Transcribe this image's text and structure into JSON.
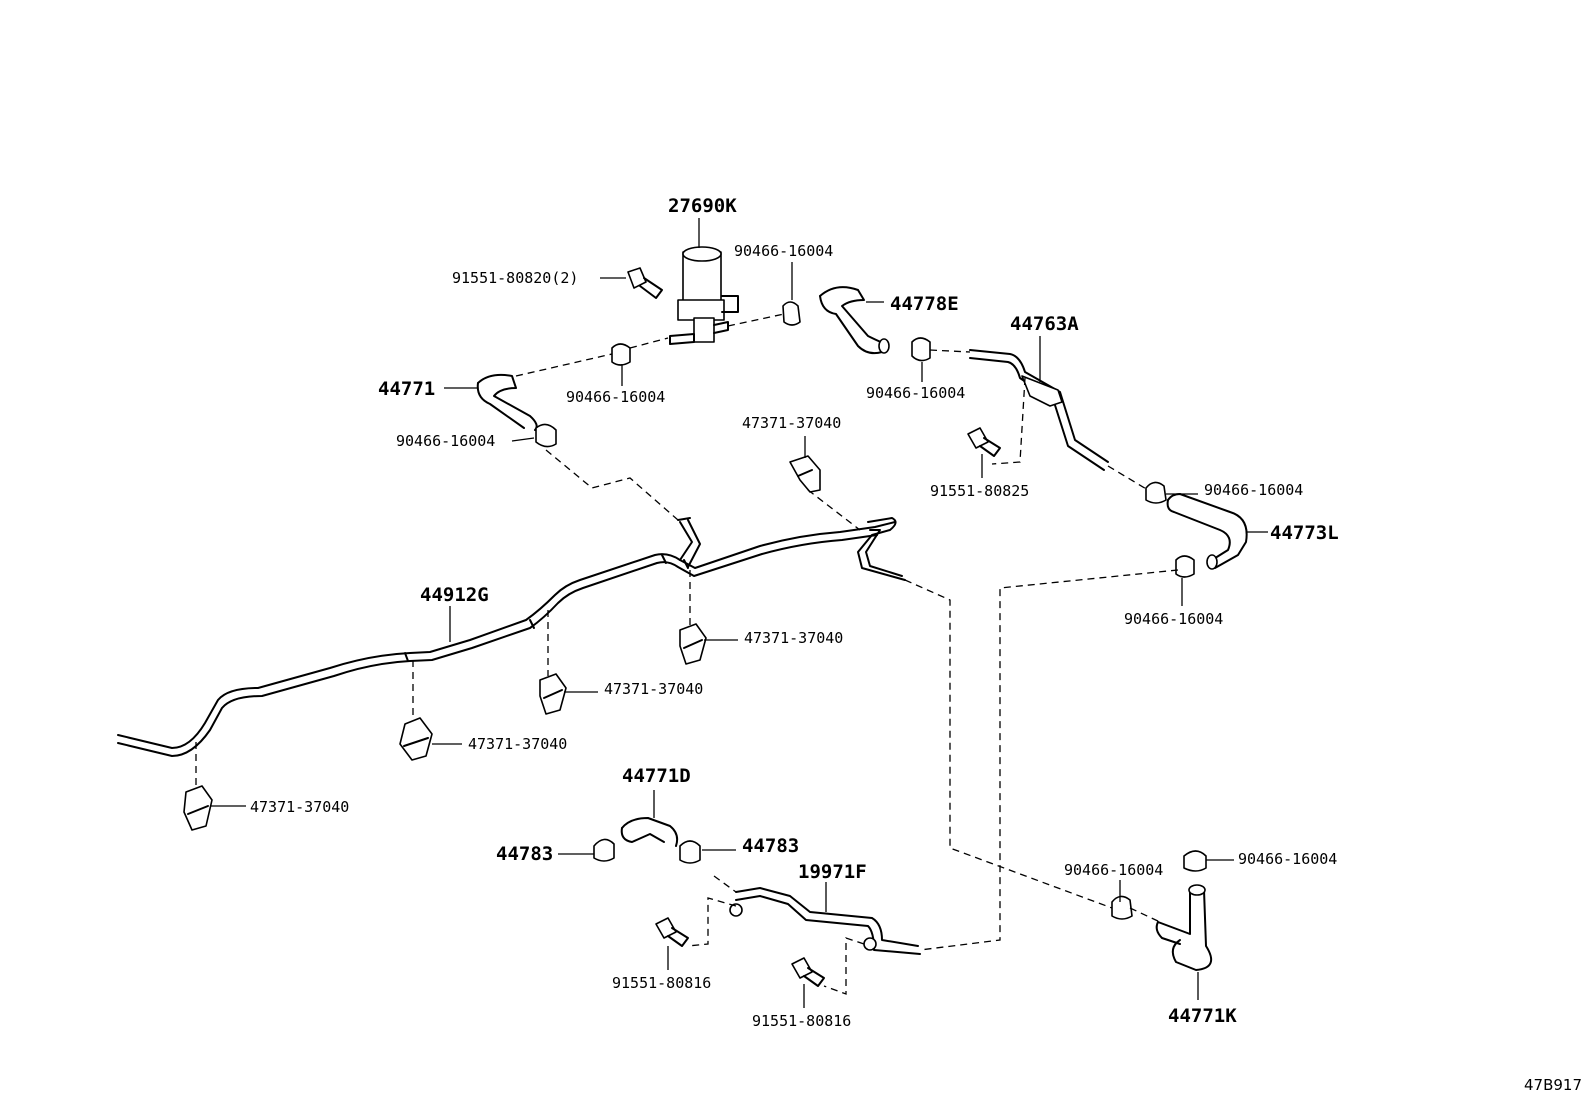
{
  "labels": {
    "solenoid_valve": "27690K",
    "bolt_valve": "91551-80820(2)",
    "clip_a": "90466-16004",
    "clip_b": "90466-16004",
    "clip_c": "90466-16004",
    "clip_d": "90466-16004",
    "clip_e": "90466-16004",
    "clip_f": "90466-16004",
    "clip_g": "90466-16004",
    "clip_h": "90466-16004",
    "hose_44778e": "44778E",
    "pipe_44763a": "44763A",
    "hose_44771": "44771",
    "clamp_a": "47371-37040",
    "clamp_b": "47371-37040",
    "clamp_c": "47371-37040",
    "clamp_d": "47371-37040",
    "clamp_e": "47371-37040",
    "bolt_pipe": "91551-80825",
    "hose_44773l": "44773L",
    "pipe_44912g": "44912G",
    "hose_44771d": "44771D",
    "clip_44783_l": "44783",
    "clip_44783_r": "44783",
    "pipe_19971f": "19971F",
    "bolt_b1": "91551-80816",
    "bolt_b2": "91551-80816",
    "hose_44771k": "44771K",
    "diagram_ref": "47B917"
  }
}
